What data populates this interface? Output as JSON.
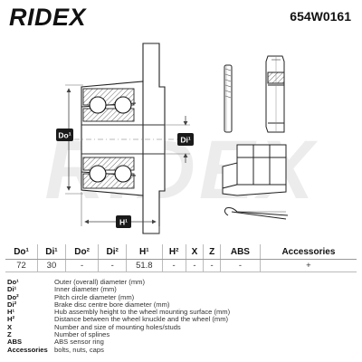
{
  "brand": {
    "logo": "RIDEX",
    "part_number": "654W0161",
    "watermark": "RIDEX"
  },
  "colors": {
    "label_box": "#1a1a1a",
    "line": "#222222",
    "dim_line": "#555555",
    "watermark": "#ececec"
  },
  "dimension_labels": {
    "outer_diameter": "Do¹",
    "inner_diameter": "Di¹",
    "hub_height": "H¹"
  },
  "spec_table": {
    "headers": [
      "Do¹",
      "Di¹",
      "Do²",
      "Di²",
      "H¹",
      "H²",
      "X",
      "Z",
      "ABS",
      "Accessories"
    ],
    "values": [
      "72",
      "30",
      "-",
      "-",
      "51.8",
      "-",
      "-",
      "-",
      "-",
      "+"
    ]
  },
  "legend": [
    {
      "key": "Do¹",
      "desc": "Outer (overall) diameter (mm)"
    },
    {
      "key": "Di¹",
      "desc": "Inner diameter (mm)"
    },
    {
      "key": "Do²",
      "desc": "Pitch circle diameter (mm)"
    },
    {
      "key": "Di²",
      "desc": "Brake disc centre bore diameter (mm)"
    },
    {
      "key": "H¹",
      "desc": "Hub assembly height to the wheel mounting surface (mm)"
    },
    {
      "key": "H²",
      "desc": "Distance between the wheel knuckle and the wheel (mm)"
    },
    {
      "key": "X",
      "desc": "Number and size of mounting holes/studs"
    },
    {
      "key": "Z",
      "desc": "Number of splines"
    },
    {
      "key": "ABS",
      "desc": "ABS sensor ring"
    },
    {
      "key": "Accessories",
      "desc": "bolts, nuts, caps"
    }
  ]
}
